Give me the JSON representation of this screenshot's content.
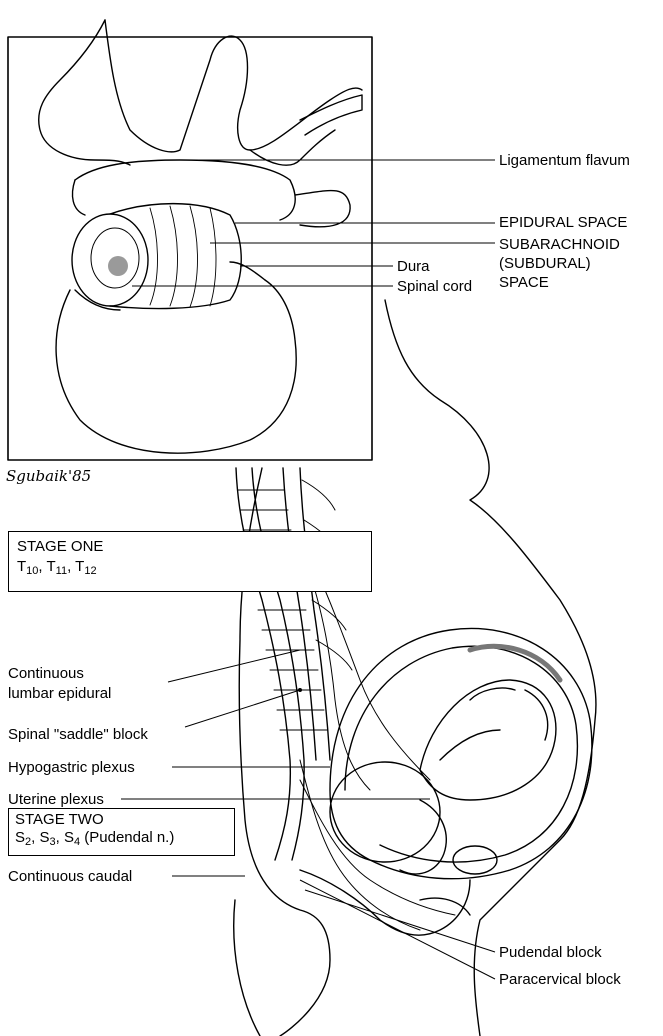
{
  "signature": "Sgubaik'85",
  "inset_labels": {
    "ligamentum_flavum": "Ligamentum flavum",
    "epidural_space": "EPIDURAL SPACE",
    "subarachnoid_1": "SUBARACHNOID",
    "subarachnoid_2": "(SUBDURAL)",
    "subarachnoid_3": "SPACE",
    "dura": "Dura",
    "spinal_cord": "Spinal cord"
  },
  "stage_one": {
    "title": "STAGE ONE",
    "segments": [
      {
        "letter": "T",
        "num": "10",
        "sep": ", "
      },
      {
        "letter": "T",
        "num": "11",
        "sep": ", "
      },
      {
        "letter": "T",
        "num": "12",
        "sep": ""
      }
    ]
  },
  "stage_two": {
    "title": "STAGE TWO",
    "segments": [
      {
        "letter": "S",
        "num": "2",
        "sep": ", "
      },
      {
        "letter": "S",
        "num": "3",
        "sep": ", "
      },
      {
        "letter": "S",
        "num": "4",
        "sep": " (Pudendal n.)"
      }
    ]
  },
  "left_labels": {
    "continuous_lumbar_1": "Continuous",
    "continuous_lumbar_2": "lumbar epidural",
    "spinal_saddle": "Spinal \"saddle\" block",
    "hypogastric": "Hypogastric plexus",
    "uterine": "Uterine plexus",
    "continuous_caudal": "Continuous caudal"
  },
  "right_labels": {
    "pudendal": "Pudendal block",
    "paracervical": "Paracervical block"
  }
}
